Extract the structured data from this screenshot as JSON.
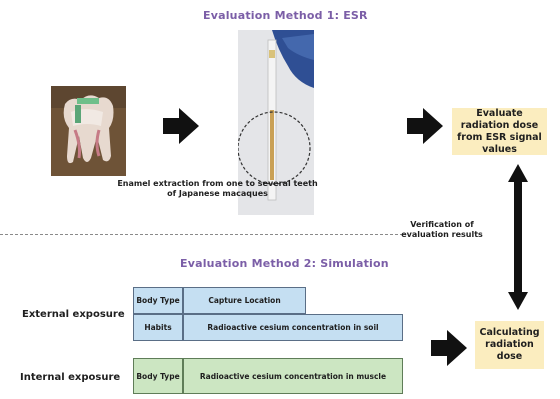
{
  "method1": {
    "title": "Evaluation Method 1: ESR",
    "caption": "Enamel extraction from one to several teeth of Japanese macaques",
    "result": "Evaluate radiation dose from ESR signal values"
  },
  "verification": "Verification of evaluation results",
  "method2": {
    "title": "Evaluation Method 2: Simulation",
    "result": "Calculating radiation dose"
  },
  "external_exposure": {
    "label": "External exposure",
    "cells": [
      {
        "text": "Body Type"
      },
      {
        "text": "Capture Location"
      },
      {
        "text": "Habits"
      },
      {
        "text": "Radioactive cesium concentration in soil"
      }
    ]
  },
  "internal_exposure": {
    "label": "Internal exposure",
    "cells": [
      {
        "text": "Body Type"
      },
      {
        "text": "Radioactive cesium concentration in muscle"
      }
    ]
  },
  "colors": {
    "title": "#7b5ea7",
    "result_box": "#fbedbf",
    "external_cells": "#c5dff2",
    "internal_cells": "#cce6c2",
    "arrow": "#111111"
  }
}
